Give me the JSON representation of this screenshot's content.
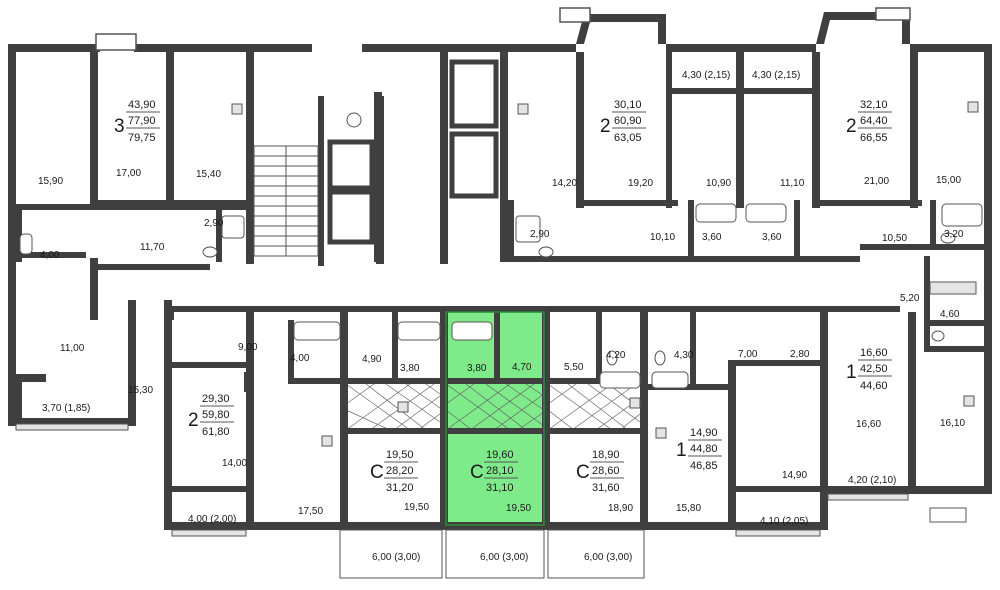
{
  "colors": {
    "wall": "#3f3f3f",
    "highlight": "#7fea8a",
    "bg": "#ffffff",
    "text": "#1a1a1a"
  },
  "apartments": [
    {
      "id": "apt-3",
      "rooms": "3",
      "living": "43,90",
      "total": "77,90",
      "total_coef": "79,75"
    },
    {
      "id": "apt-2-top-a",
      "rooms": "2",
      "living": "30,10",
      "total": "60,90",
      "total_coef": "63,05"
    },
    {
      "id": "apt-2-top-b",
      "rooms": "2",
      "living": "32,10",
      "total": "64,40",
      "total_coef": "66,55"
    },
    {
      "id": "apt-2-bottom",
      "rooms": "2",
      "living": "29,30",
      "total": "59,80",
      "total_coef": "61,80"
    },
    {
      "id": "apt-c-left",
      "rooms": "С",
      "living": "19,50",
      "total": "28,20",
      "total_coef": "31,20"
    },
    {
      "id": "apt-c-selected",
      "rooms": "С",
      "living": "19,60",
      "total": "28,10",
      "total_coef": "31,10"
    },
    {
      "id": "apt-c-right",
      "rooms": "С",
      "living": "18,90",
      "total": "28,60",
      "total_coef": "31,60"
    },
    {
      "id": "apt-1-center",
      "rooms": "1",
      "living": "14,90",
      "total": "44,80",
      "total_coef": "46,85"
    },
    {
      "id": "apt-1-right",
      "rooms": "1",
      "living": "16,60",
      "total": "42,50",
      "total_coef": "44,60"
    }
  ],
  "room_areas": [
    "15,90",
    "17,00",
    "15,40",
    "2,90",
    "4,00",
    "11,70",
    "11,00",
    "3,70 (1,85)",
    "15,30",
    "9,00",
    "4,00",
    "14,00",
    "17,50",
    "4,00 (2,00)",
    "4,90",
    "3,80",
    "3,80",
    "4,70",
    "19,50",
    "19,50",
    "5,50",
    "4,20",
    "4,30",
    "18,90",
    "15,80",
    "7,00",
    "2,80",
    "14,90",
    "4,10 (2,05)",
    "16,60",
    "4,20 (2,10)",
    "16,10",
    "4,60",
    "5,20",
    "15,00",
    "3,20",
    "10,50",
    "21,00",
    "11,10",
    "3,60",
    "10,90",
    "3,60",
    "10,10",
    "19,20",
    "14,20",
    "2,90",
    "4,30 (2,15)",
    "4,30 (2,15)",
    "6,00 (3,00)",
    "6,00 (3,00)",
    "6,00 (3,00)"
  ]
}
